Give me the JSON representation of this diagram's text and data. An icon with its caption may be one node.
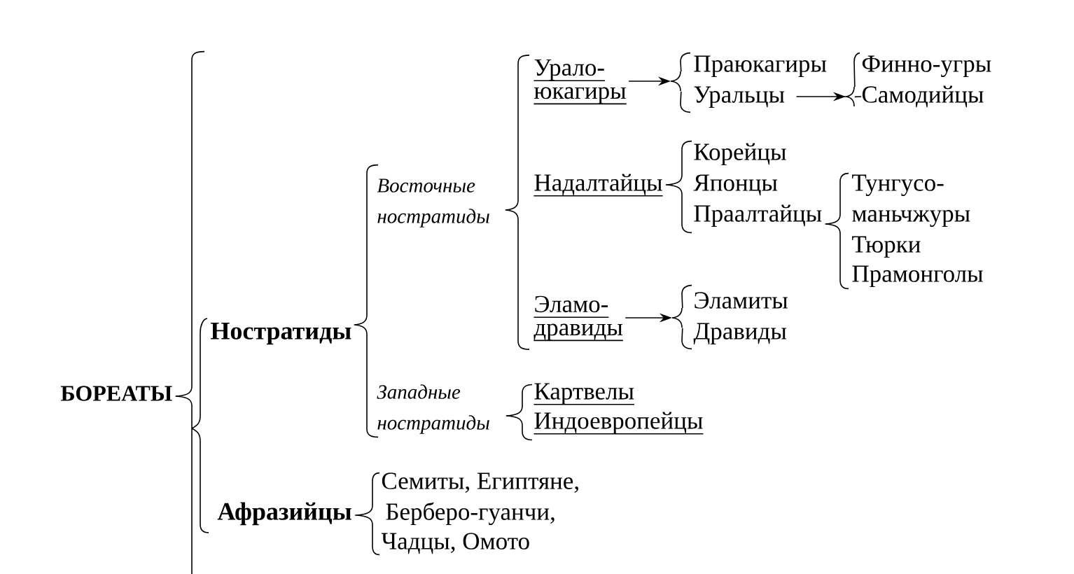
{
  "diagram": {
    "nodes": [
      {
        "text": [
          "БОРЕАТЫ"
        ]
      },
      {
        "text": [
          "Ностратиды"
        ]
      },
      {
        "text": [
          "Восточные ностратиды"
        ]
      },
      {
        "text": [
          "Урало- юкагиры"
        ]
      },
      {
        "text": [],
        "shape": "brace"
      },
      {
        "text": [
          "Праюкагиры"
        ]
      },
      {
        "text": [
          "Уральцы"
        ]
      },
      {
        "text": [],
        "shape": "brace"
      },
      {
        "text": [
          "Финно-угры"
        ]
      },
      {
        "text": [
          "Самодийцы"
        ]
      },
      {
        "text": [
          "Надалтайцы"
        ]
      },
      {
        "text": [
          "Корейцы"
        ]
      },
      {
        "text": [
          "Японцы"
        ]
      },
      {
        "text": [
          "Праалтайцы"
        ]
      },
      {
        "text": [
          "Тунгусо- маньчжуры"
        ]
      },
      {
        "text": [
          "Тюрки"
        ]
      },
      {
        "text": [
          "Прамонголы"
        ]
      },
      {
        "text": [
          "Эламо- дравиды"
        ]
      },
      {
        "text": [],
        "shape": "brace"
      },
      {
        "text": [
          "Эламиты"
        ]
      },
      {
        "text": [
          "Дравиды"
        ]
      },
      {
        "text": [
          "Западные ностратиды"
        ]
      },
      {
        "text": [
          "Картвелы"
        ]
      },
      {
        "text": [
          "Индоевропейцы"
        ]
      },
      {
        "text": [
          "Афразийцы"
        ]
      },
      {
        "text": [
          "Семиты, Египтяне,"
        ]
      },
      {
        "text": [
          "Берберо-гуанчи,"
        ]
      },
      {
        "text": [
          "Чадцы, Омото"
        ]
      }
    ],
    "edges": [
      {
        "from": 0,
        "to": 1,
        "arrow": "none"
      },
      {
        "from": 0,
        "to": 24,
        "arrow": "none"
      },
      {
        "from": 1,
        "to": 2,
        "arrow": "none"
      },
      {
        "from": 1,
        "to": 21,
        "arrow": "none"
      },
      {
        "from": 2,
        "to": 3,
        "arrow": "none"
      },
      {
        "from": 2,
        "to": 10,
        "arrow": "none"
      },
      {
        "from": 2,
        "to": 17,
        "arrow": "none"
      },
      {
        "from": 3,
        "to": 4,
        "arrow": "to"
      },
      {
        "from": 4,
        "to": 5,
        "arrow": "none"
      },
      {
        "from": 4,
        "to": 6,
        "arrow": "none"
      },
      {
        "from": 6,
        "to": 7,
        "arrow": "to"
      },
      {
        "from": 7,
        "to": 8,
        "arrow": "none"
      },
      {
        "from": 7,
        "to": 9,
        "arrow": "none"
      },
      {
        "from": 10,
        "to": 11,
        "arrow": "none"
      },
      {
        "from": 10,
        "to": 12,
        "arrow": "none"
      },
      {
        "from": 10,
        "to": 13,
        "arrow": "none"
      },
      {
        "from": 13,
        "to": 14,
        "arrow": "none"
      },
      {
        "from": 13,
        "to": 15,
        "arrow": "none"
      },
      {
        "from": 13,
        "to": 16,
        "arrow": "none"
      },
      {
        "from": 17,
        "to": 18,
        "arrow": "to"
      },
      {
        "from": 18,
        "to": 19,
        "arrow": "none"
      },
      {
        "from": 18,
        "to": 20,
        "arrow": "none"
      },
      {
        "from": 21,
        "to": 22,
        "arrow": "none"
      },
      {
        "from": 21,
        "to": 23,
        "arrow": "none"
      },
      {
        "from": 24,
        "to": 25,
        "arrow": "none"
      },
      {
        "from": 24,
        "to": 26,
        "arrow": "none"
      },
      {
        "from": 24,
        "to": 27,
        "arrow": "none"
      }
    ]
  }
}
